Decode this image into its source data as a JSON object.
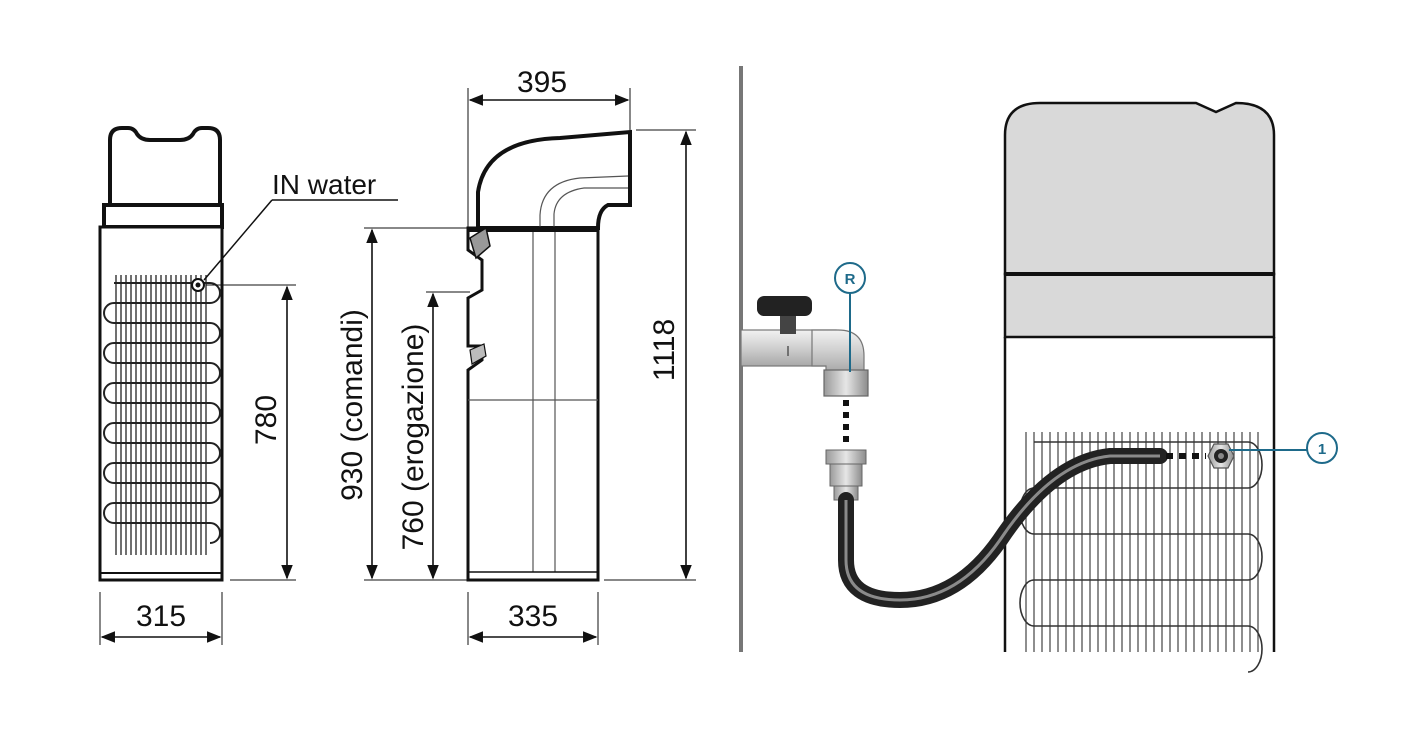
{
  "front_view": {
    "inlet_label": "IN water",
    "height_label": "780",
    "width_label": "315"
  },
  "side_view": {
    "depth_top_label": "395",
    "depth_bottom_label": "335",
    "controls_height_label": "930 (comandi)",
    "dispense_height_label": "760 (erogazione)",
    "total_height_label": "1118"
  },
  "connection_view": {
    "callout_valve": "R",
    "callout_inlet": "1",
    "callout_color": "#1e6a8a"
  }
}
